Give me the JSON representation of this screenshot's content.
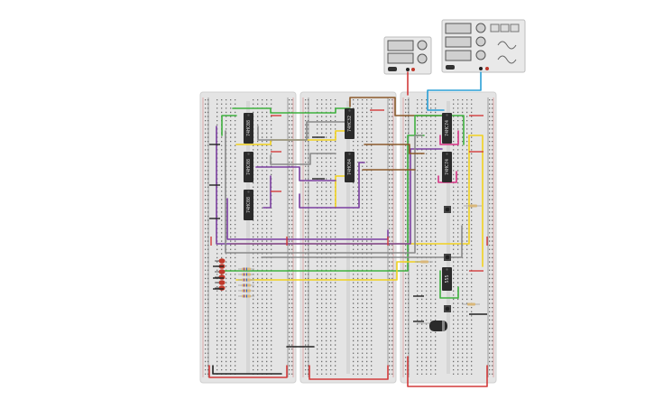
{
  "app": {
    "title": "",
    "view": "circuit-breadboard"
  },
  "instruments": [
    {
      "kind": "dc-power-supply",
      "displays": 2,
      "knobs": 2
    },
    {
      "kind": "function-generator",
      "displays": 3,
      "knobs": 3,
      "waveform_buttons": [
        "square-wave-icon",
        "triangle-wave-icon",
        "sawtooth-wave-icon"
      ]
    }
  ],
  "breadboards": [
    {
      "id": "left",
      "chips": [
        {
          "label": "74HC08"
        },
        {
          "label": "74HC08"
        },
        {
          "label": "74HC08"
        }
      ]
    },
    {
      "id": "middle",
      "chips": [
        {
          "label": "74HC32"
        },
        {
          "label": "74HC04"
        }
      ]
    },
    {
      "id": "right",
      "chips": [
        {
          "label": "74HC74"
        },
        {
          "label": "74HC74"
        },
        {
          "label": "555"
        }
      ]
    }
  ],
  "components": {
    "leds": {
      "count": 6,
      "color": "#c0392b"
    },
    "resistors": {
      "count": 6
    },
    "capacitor": {
      "count": 1
    }
  },
  "colors": {
    "board": "#e4e4e4",
    "hole": "#6b6b6b",
    "rail_red": "#d23b3b",
    "rail_black": "#222222",
    "wire_yellow": "#f2d21e",
    "wire_purple": "#7b3fa0",
    "wire_green": "#3fb13f",
    "wire_gray": "#8a8a8a",
    "wire_brown": "#8b5a2b",
    "wire_blue": "#2a9fd6",
    "wire_pink": "#d63384",
    "chip": "#2b2b2b"
  }
}
